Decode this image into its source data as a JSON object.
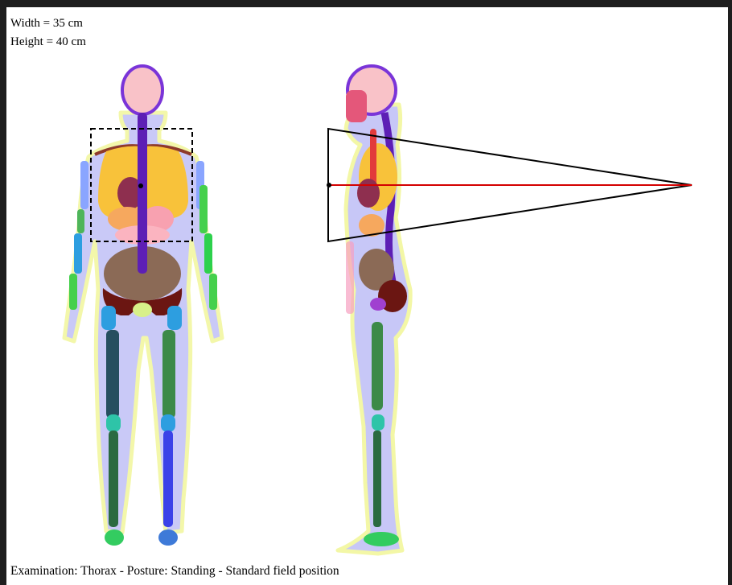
{
  "field": {
    "width_label": "Width = 35 cm",
    "height_label": "Height = 40 cm"
  },
  "examination": {
    "label": "Examination: Thorax - Posture: Standing - Standard field position"
  },
  "colors": {
    "body_outline": "#c7c7f7",
    "body_glow": "#f3f7a6",
    "skull": "#f9c2c8",
    "skull_outline": "#7a34d8",
    "spine": "#5d1fb5",
    "lungs": "#f8c23a",
    "heart": "#8e2f4f",
    "liver": "#c9a2ff",
    "stomach_ring": "#f8a1b0",
    "intestine": "#8b6a56",
    "pelvis": "#6b1612",
    "femur": "#3c8a48",
    "tibia": "#264f60",
    "humerus": "#2d9ee0",
    "forearm": "#45d04c",
    "radiation_beam": "#d40000",
    "collimator_outline": "#000000"
  }
}
